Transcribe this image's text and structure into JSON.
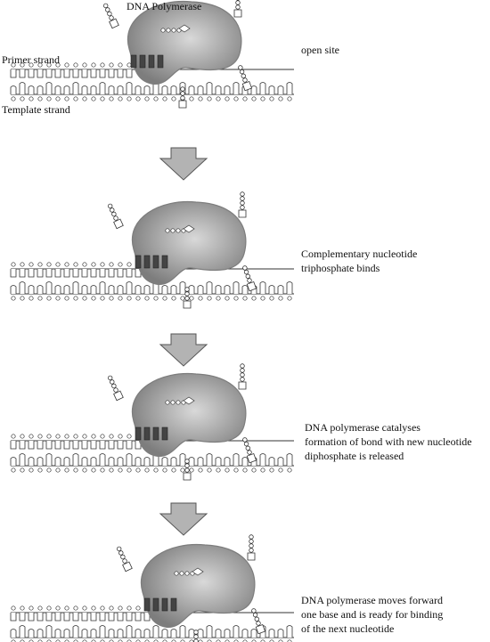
{
  "labels": {
    "enzyme": "DNA Polymerase",
    "primer": "Primer strand",
    "template": "Template strand"
  },
  "steps": [
    {
      "caption": [
        "open site"
      ]
    },
    {
      "caption": [
        "Complementary nucleotide",
        "triphosphate binds"
      ]
    },
    {
      "caption": [
        "DNA polymerase catalyses",
        "formation of bond with new nucleotide",
        "diphosphate is released"
      ]
    },
    {
      "caption": [
        "DNA polymerase moves forward",
        "one base and is ready for binding",
        "of the next nucleotide"
      ]
    }
  ],
  "colors": {
    "enzyme_dark": "#7d7d7d",
    "enzyme_light": "#d9d9d9",
    "arrow_fill": "#b3b3b3",
    "line": "#333333"
  },
  "icons": {
    "arrow": "down-arrow-icon",
    "nucleotide": "nucleotide-icon"
  }
}
